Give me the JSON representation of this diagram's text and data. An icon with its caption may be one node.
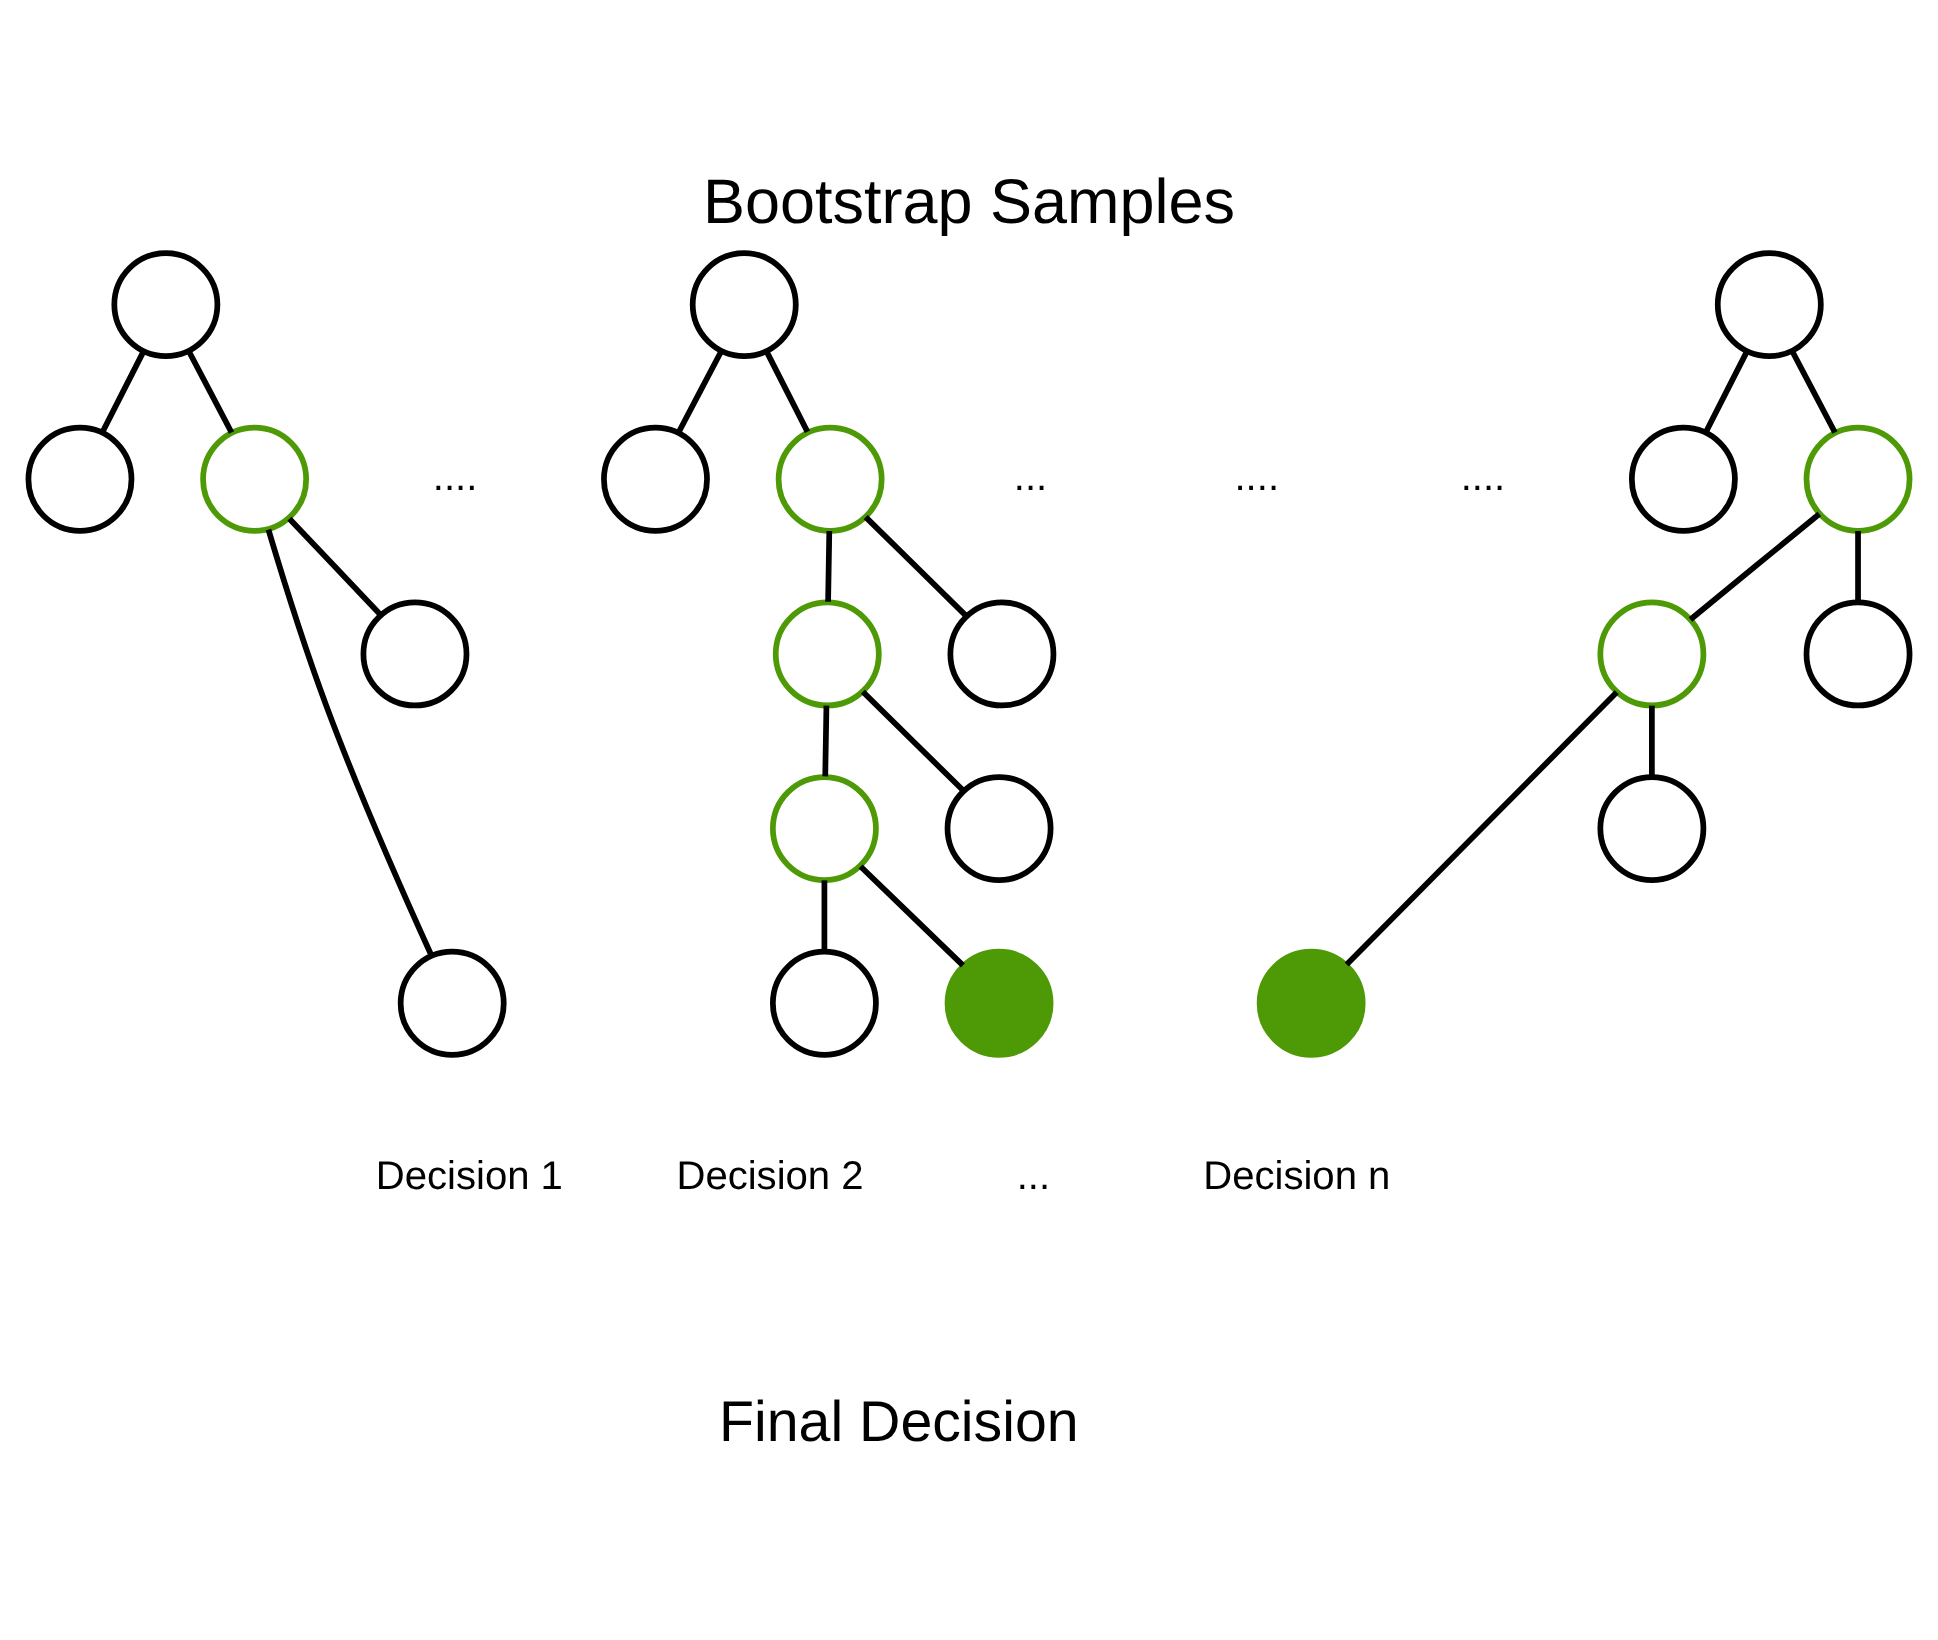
{
  "diagram": {
    "title": "Bootstrap Samples",
    "nodes": [
      {
        "text": [],
        "shape": "circle"
      },
      {
        "text": [],
        "shape": "circle"
      },
      {
        "text": [],
        "shape": "circle"
      },
      {
        "text": [],
        "shape": "circle"
      },
      {
        "text": [],
        "shape": "circle"
      },
      {
        "text": [],
        "shape": "circle"
      },
      {
        "text": [],
        "shape": "circle"
      },
      {
        "text": [],
        "shape": "circle"
      },
      {
        "text": [],
        "shape": "circle"
      },
      {
        "text": [],
        "shape": "circle"
      },
      {
        "text": [],
        "shape": "circle"
      },
      {
        "text": [],
        "shape": "circle"
      },
      {
        "text": [],
        "shape": "circle"
      },
      {
        "text": [],
        "shape": "circle"
      },
      {
        "text": [],
        "shape": "circle"
      },
      {
        "text": [],
        "shape": "circle"
      },
      {
        "text": [],
        "shape": "circle"
      },
      {
        "text": [],
        "shape": "circle"
      },
      {
        "text": [],
        "shape": "circle"
      },
      {
        "text": [],
        "shape": "circle"
      },
      {
        "text": [],
        "shape": "circle"
      }
    ],
    "edges": [
      {
        "from": 0,
        "to": 1,
        "arrow": "none"
      },
      {
        "from": 0,
        "to": 2,
        "arrow": "none"
      },
      {
        "from": 2,
        "to": 3,
        "arrow": "none"
      },
      {
        "from": 2,
        "to": 4,
        "arrow": "none"
      },
      {
        "from": 5,
        "to": 6,
        "arrow": "none"
      },
      {
        "from": 5,
        "to": 7,
        "arrow": "none"
      },
      {
        "from": 7,
        "to": 8,
        "arrow": "none"
      },
      {
        "from": 7,
        "to": 9,
        "arrow": "none"
      },
      {
        "from": 8,
        "to": 10,
        "arrow": "none"
      },
      {
        "from": 8,
        "to": 11,
        "arrow": "none"
      },
      {
        "from": 11,
        "to": 12,
        "arrow": "none"
      },
      {
        "from": 11,
        "to": 13,
        "arrow": "none"
      },
      {
        "from": 14,
        "to": 15,
        "arrow": "none"
      },
      {
        "from": 14,
        "to": 16,
        "arrow": "none"
      },
      {
        "from": 16,
        "to": 17,
        "arrow": "none"
      },
      {
        "from": 16,
        "to": 18,
        "arrow": "none"
      },
      {
        "from": 17,
        "to": 19,
        "arrow": "none"
      },
      {
        "from": 17,
        "to": 20,
        "arrow": "none"
      }
    ],
    "labels": [
      "....",
      "...",
      "....",
      "....",
      "Decision n",
      "...",
      "Decision 1",
      "Decision 2",
      "Final Decision"
    ]
  }
}
